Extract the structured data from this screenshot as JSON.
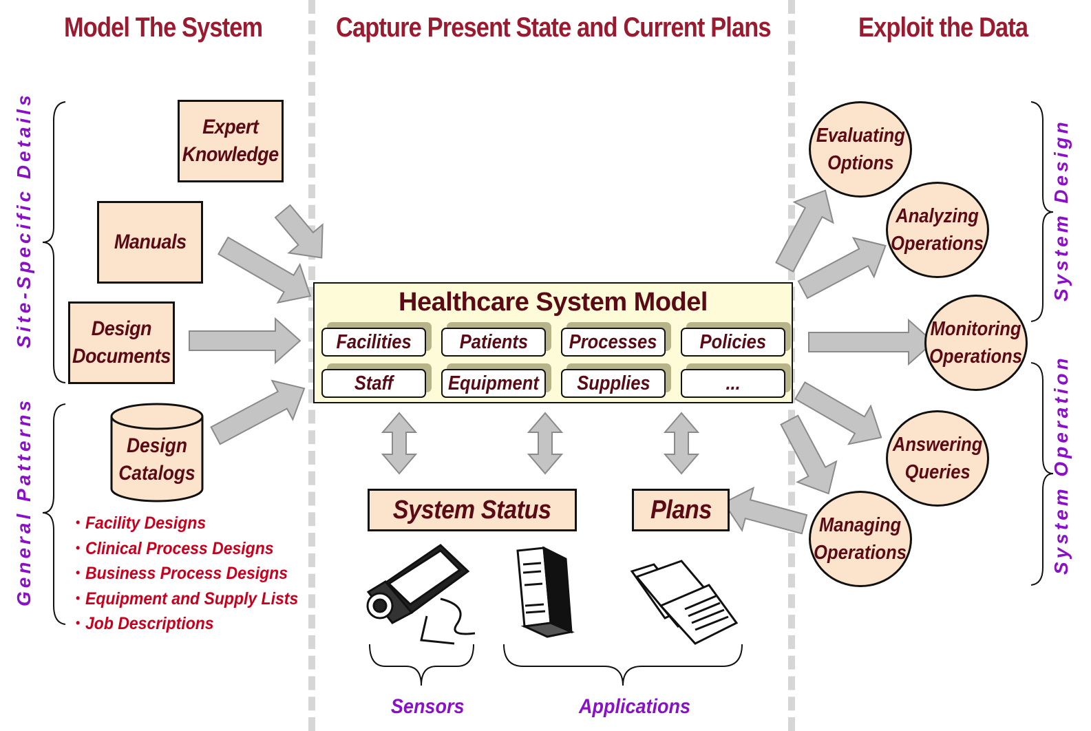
{
  "columns": {
    "left_title": "Model The System",
    "center_title": "Capture Present State and Current Plans",
    "right_title": "Exploit the Data"
  },
  "left": {
    "site_specific_label": "Site-Specific Details",
    "general_patterns_label": "General Patterns",
    "expert_knowledge": [
      "Expert",
      "Knowledge"
    ],
    "manuals": "Manuals",
    "design_documents": [
      "Design",
      "Documents"
    ],
    "design_catalogs": [
      "Design",
      "Catalogs"
    ],
    "pattern_list": [
      "Facility Designs",
      "Clinical Process Designs",
      "Business Process Designs",
      "Equipment and Supply Lists",
      "Job Descriptions"
    ]
  },
  "model": {
    "title": "Healthcare System Model",
    "tiles": [
      "Facilities",
      "Patients",
      "Processes",
      "Policies",
      "Staff",
      "Equipment",
      "Supplies",
      "..."
    ]
  },
  "center": {
    "system_status": "System Status",
    "plans": "Plans",
    "sensors_label": "Sensors",
    "applications_label": "Applications",
    "icons": [
      "camera-icon",
      "server-tower-icon",
      "file-folder-icon"
    ]
  },
  "right": {
    "system_design_label": "System Design",
    "system_operation_label": "System Operation",
    "uses": [
      [
        "Evaluating",
        "Options"
      ],
      [
        "Analyzing",
        "Operations"
      ],
      [
        "Monitoring",
        "Operations"
      ],
      [
        "Answering",
        "Queries"
      ],
      [
        "Managing",
        "Operations"
      ]
    ]
  },
  "colors": {
    "title": "#9a1b2f",
    "box_fill": "#fce4cc",
    "model_fill": "#fdfbd8",
    "label_purple": "#8a10c8",
    "bullet_red": "#c8001e",
    "arrow_gray": "#c0c0c0"
  }
}
